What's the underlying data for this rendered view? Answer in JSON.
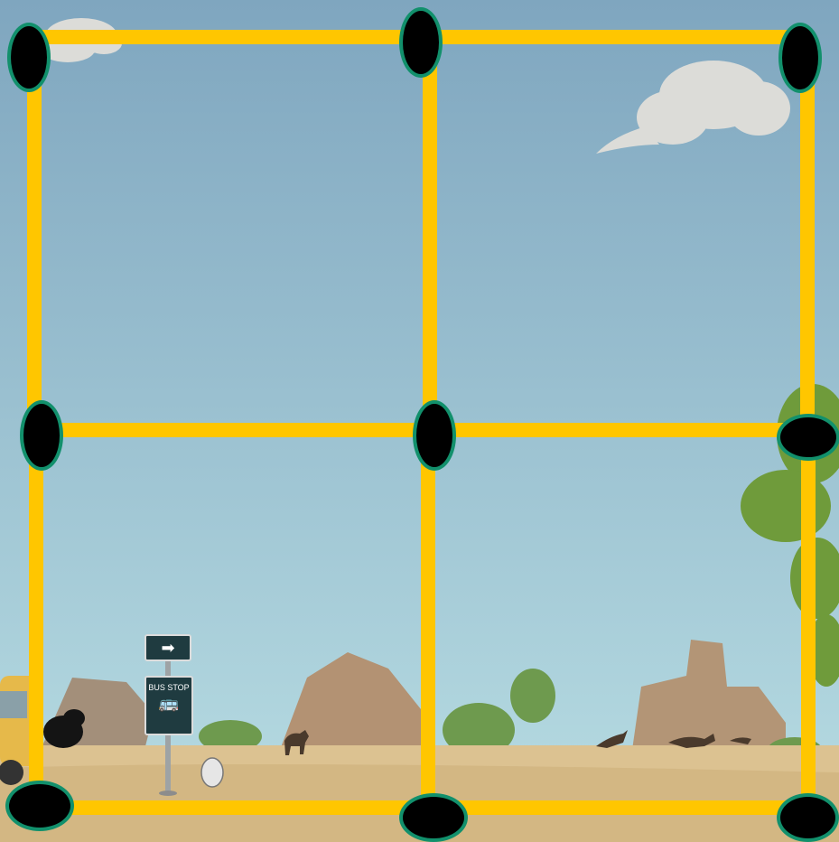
{
  "colors": {
    "sky_top": "#7fa6bf",
    "sky_bottom": "#b8dde3",
    "ground": "#dcc291",
    "stick": "#ffc600",
    "node_fill": "#000000",
    "node_border": "#12906c"
  },
  "puzzle": {
    "grid_columns": 2,
    "grid_rows": 2,
    "stick_count": 12,
    "node_count": 9
  },
  "scenery": {
    "bus_stop_sign": "BUS STOP",
    "arrow_sign": "➡"
  }
}
